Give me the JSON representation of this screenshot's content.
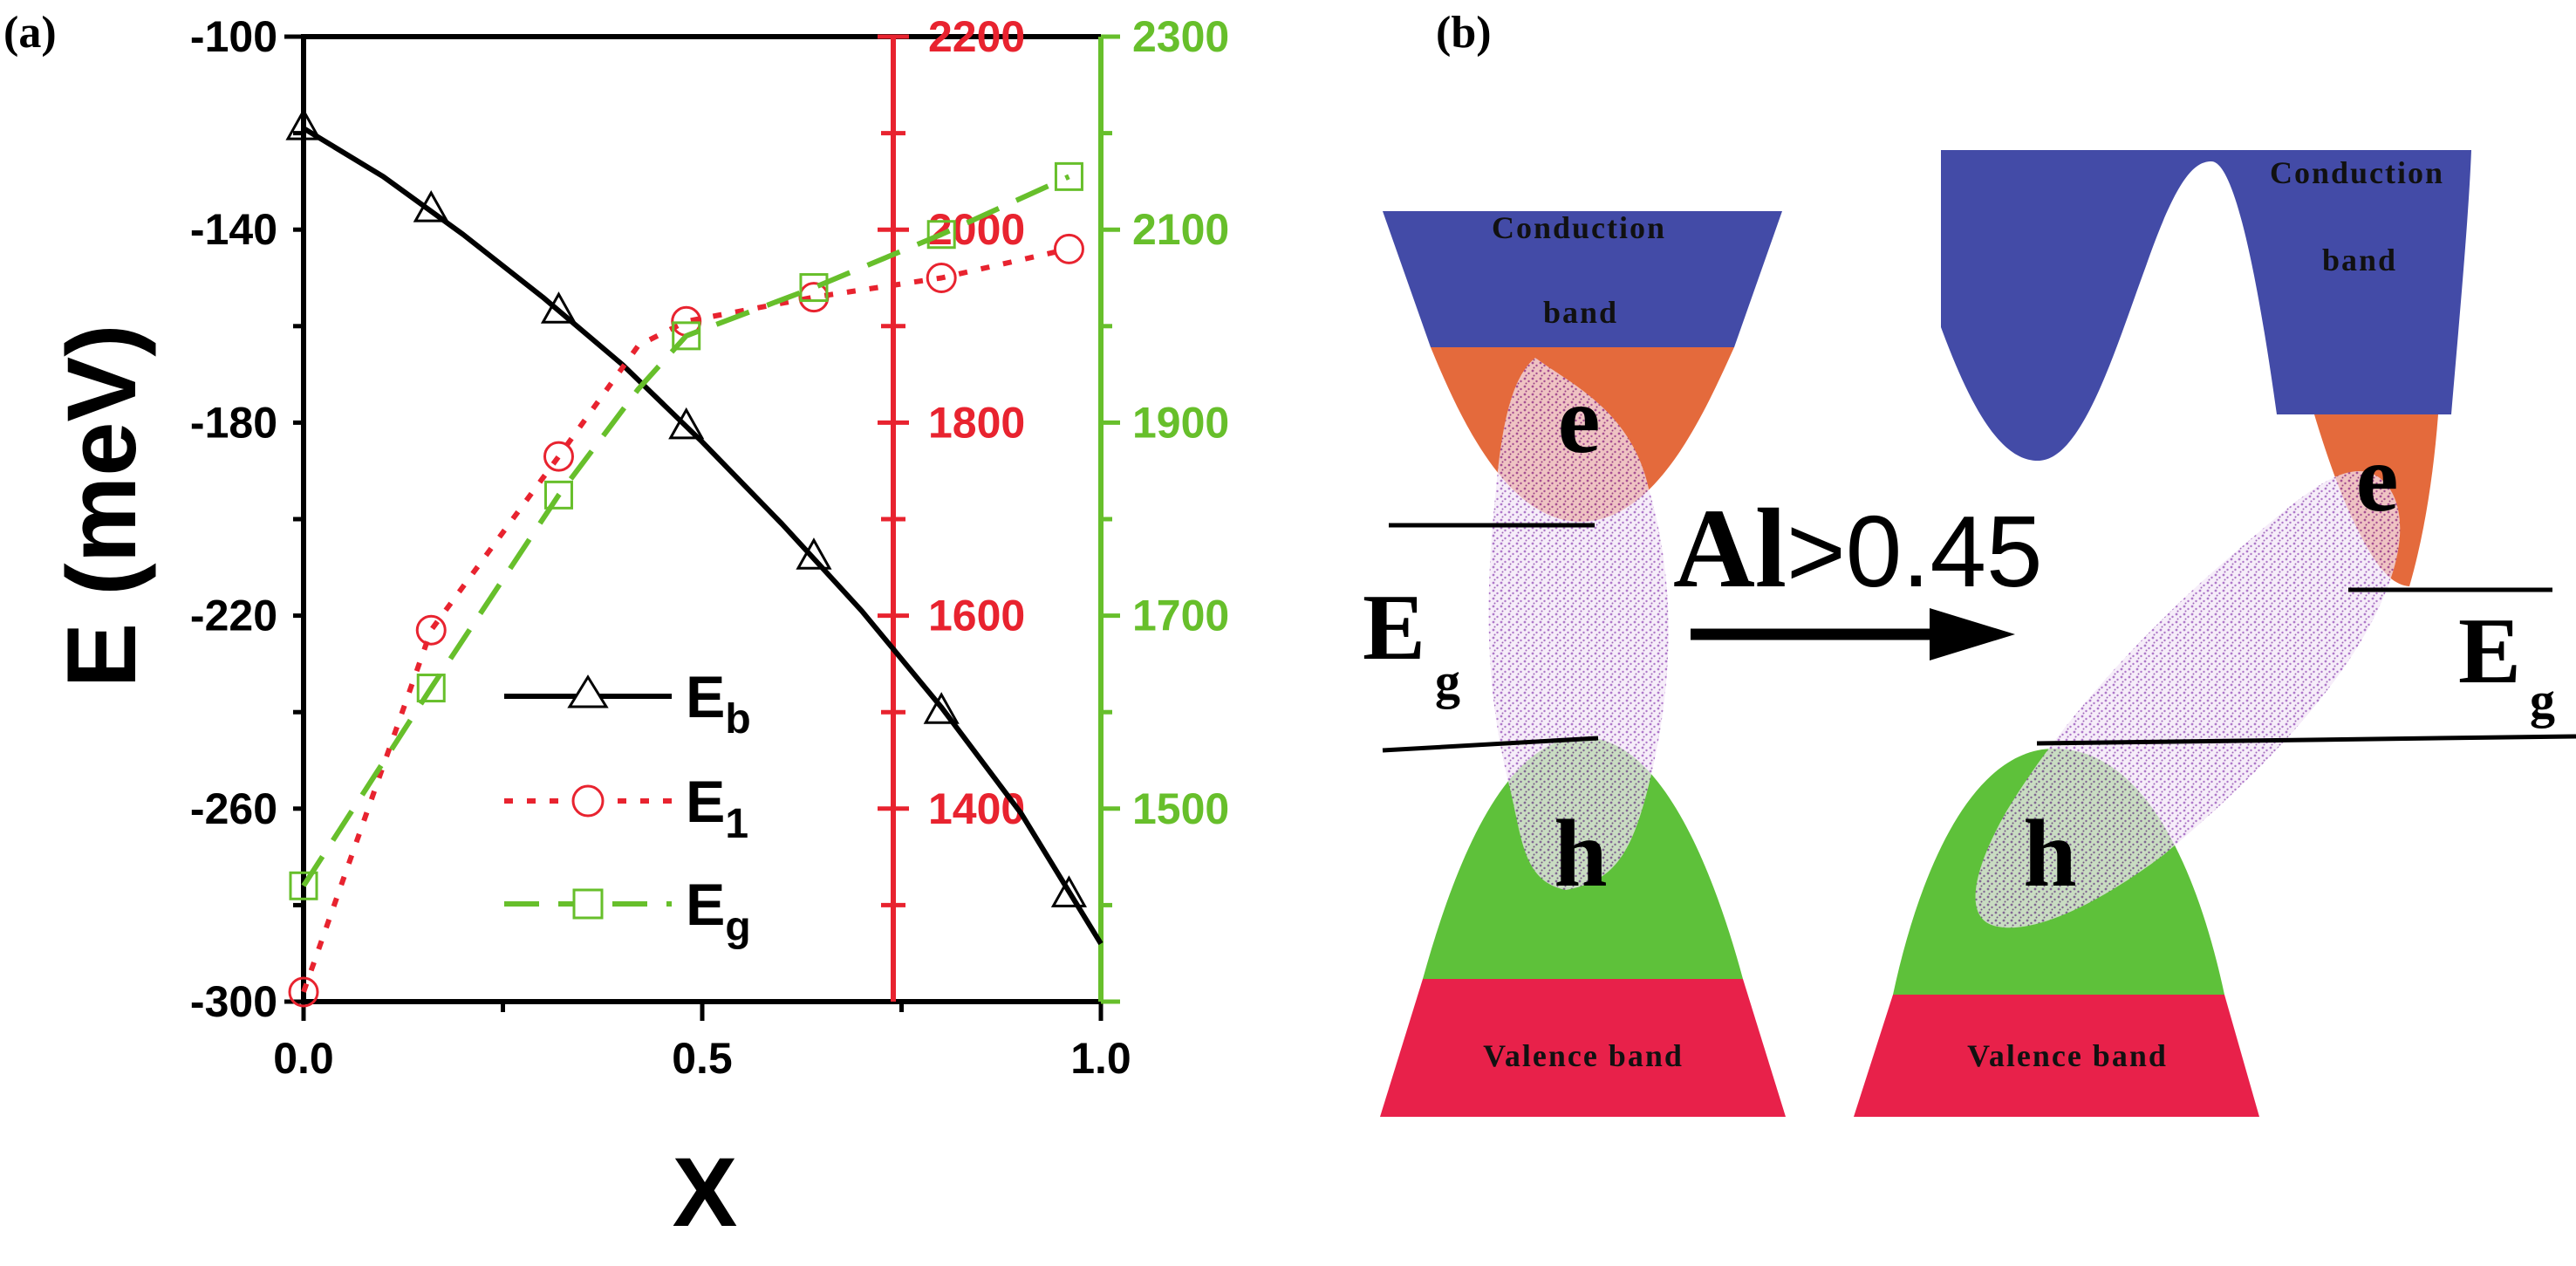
{
  "panel_a_label": "(a)",
  "panel_b_label": "(b)",
  "chart_data": {
    "type": "line",
    "xlabel": "X",
    "ylabel": "E (meV)",
    "xlim": [
      0,
      1.0
    ],
    "x_ticks": [
      "0.0",
      "0.5",
      "1.0"
    ],
    "axes": {
      "left": {
        "color": "#000000",
        "ylim": [
          -300,
          -100
        ],
        "ticks": [
          "-100",
          "-140",
          "-180",
          "-220",
          "-260",
          "-300"
        ]
      },
      "red": {
        "color": "#e8232f",
        "ylim": [
          1200,
          2200
        ],
        "ticks": [
          "2200",
          "2000",
          "1800",
          "1600",
          "1400"
        ]
      },
      "green": {
        "color": "#67bf2b",
        "ylim": [
          1300,
          2300
        ],
        "ticks": [
          "2300",
          "2100",
          "1900",
          "1700",
          "1500"
        ]
      }
    },
    "series": [
      {
        "name": "E",
        "sub": "b",
        "axis": "left",
        "color": "#000000",
        "marker": "triangle",
        "dash": "",
        "markers": [
          [
            0.0,
            -119
          ],
          [
            0.16,
            -136
          ],
          [
            0.32,
            -157
          ],
          [
            0.48,
            -181
          ],
          [
            0.64,
            -208
          ],
          [
            0.8,
            -240
          ],
          [
            0.96,
            -278
          ]
        ],
        "curve": [
          [
            0.0,
            -119
          ],
          [
            0.1,
            -129
          ],
          [
            0.2,
            -141
          ],
          [
            0.3,
            -154
          ],
          [
            0.4,
            -168
          ],
          [
            0.5,
            -184
          ],
          [
            0.6,
            -201
          ],
          [
            0.7,
            -219
          ],
          [
            0.8,
            -239
          ],
          [
            0.9,
            -261
          ],
          [
            1.0,
            -288
          ]
        ]
      },
      {
        "name": "E",
        "sub": "1",
        "axis": "red",
        "color": "#e8232f",
        "marker": "circle",
        "dash": "10,16",
        "markers": [
          [
            0.0,
            1210
          ],
          [
            0.16,
            1585
          ],
          [
            0.32,
            1765
          ],
          [
            0.48,
            1905
          ],
          [
            0.64,
            1930
          ],
          [
            0.8,
            1950
          ],
          [
            0.96,
            1980
          ]
        ],
        "curve": [
          [
            0.0,
            1210
          ],
          [
            0.16,
            1585
          ],
          [
            0.32,
            1765
          ],
          [
            0.42,
            1880
          ],
          [
            0.48,
            1905
          ],
          [
            0.64,
            1930
          ],
          [
            0.8,
            1950
          ],
          [
            0.96,
            1980
          ]
        ]
      },
      {
        "name": "E",
        "sub": "g",
        "axis": "green",
        "color": "#67bf2b",
        "marker": "square",
        "dash": "40,22",
        "markers": [
          [
            0.0,
            1420
          ],
          [
            0.16,
            1625
          ],
          [
            0.32,
            1825
          ],
          [
            0.48,
            1990
          ],
          [
            0.64,
            2040
          ],
          [
            0.8,
            2095
          ],
          [
            0.96,
            2155
          ]
        ],
        "curve": [
          [
            0.0,
            1420
          ],
          [
            0.16,
            1625
          ],
          [
            0.32,
            1825
          ],
          [
            0.42,
            1935
          ],
          [
            0.48,
            1990
          ],
          [
            0.64,
            2040
          ],
          [
            0.8,
            2095
          ],
          [
            0.96,
            2155
          ]
        ]
      }
    ]
  },
  "diagram": {
    "conduction_band_text": "Conduction",
    "conduction_band_text2": "band",
    "valence_band_text": "Valence band",
    "electron_label": "e",
    "hole_label": "h",
    "gap_label": "E",
    "gap_sub": "g",
    "transition_label_a": "Al",
    "transition_label_b": ">0.45",
    "colors": {
      "conduction": "#434ba7",
      "electron_region": "#e46a3c",
      "hole_region": "#5ec13a",
      "valence": "#e8214a",
      "cloud": "#8e44b4"
    }
  }
}
